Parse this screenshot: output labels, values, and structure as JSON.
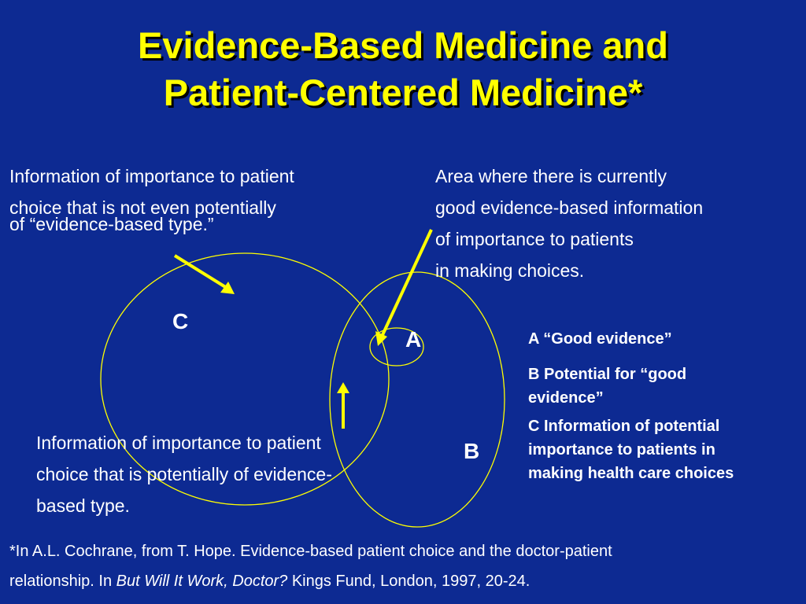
{
  "title": {
    "line1": "Evidence-Based Medicine and",
    "line2": "Patient-Centered Medicine*"
  },
  "annotations": {
    "top_left": {
      "line1": "Information of importance to patient",
      "line2": "choice that is not even potentially",
      "line3": "of “evidence-based type.”"
    },
    "top_right": {
      "line1": "Area where there is currently",
      "line2": "good evidence-based information",
      "line3": "of importance to patients",
      "line4": "in making choices."
    },
    "bottom_left": {
      "line1": "Information of importance to patient",
      "line2": "choice that is potentially of evidence-",
      "line3": "based type."
    }
  },
  "labels": {
    "c": "C",
    "a": "A",
    "b": "B"
  },
  "legend": {
    "a": "A “Good evidence”",
    "b_line1": "B  Potential for “good",
    "b_line2": "evidence”",
    "c_line1": "C  Information of potential",
    "c_line2": "importance to patients in",
    "c_line3": "making health care choices"
  },
  "footnote": {
    "line1": "*In A.L. Cochrane, from T. Hope.  Evidence-based patient choice and the doctor-patient",
    "line2_pre": "relationship. In ",
    "line2_italic": "But Will It Work, Doctor?",
    "line2_post": " Kings Fund, London, 1997, 20-24."
  },
  "colors": {
    "background": "#0d2a92",
    "title": "#ffff00",
    "circle": "#ffff00",
    "arrow": "#ffff00",
    "text": "#ffffff"
  }
}
